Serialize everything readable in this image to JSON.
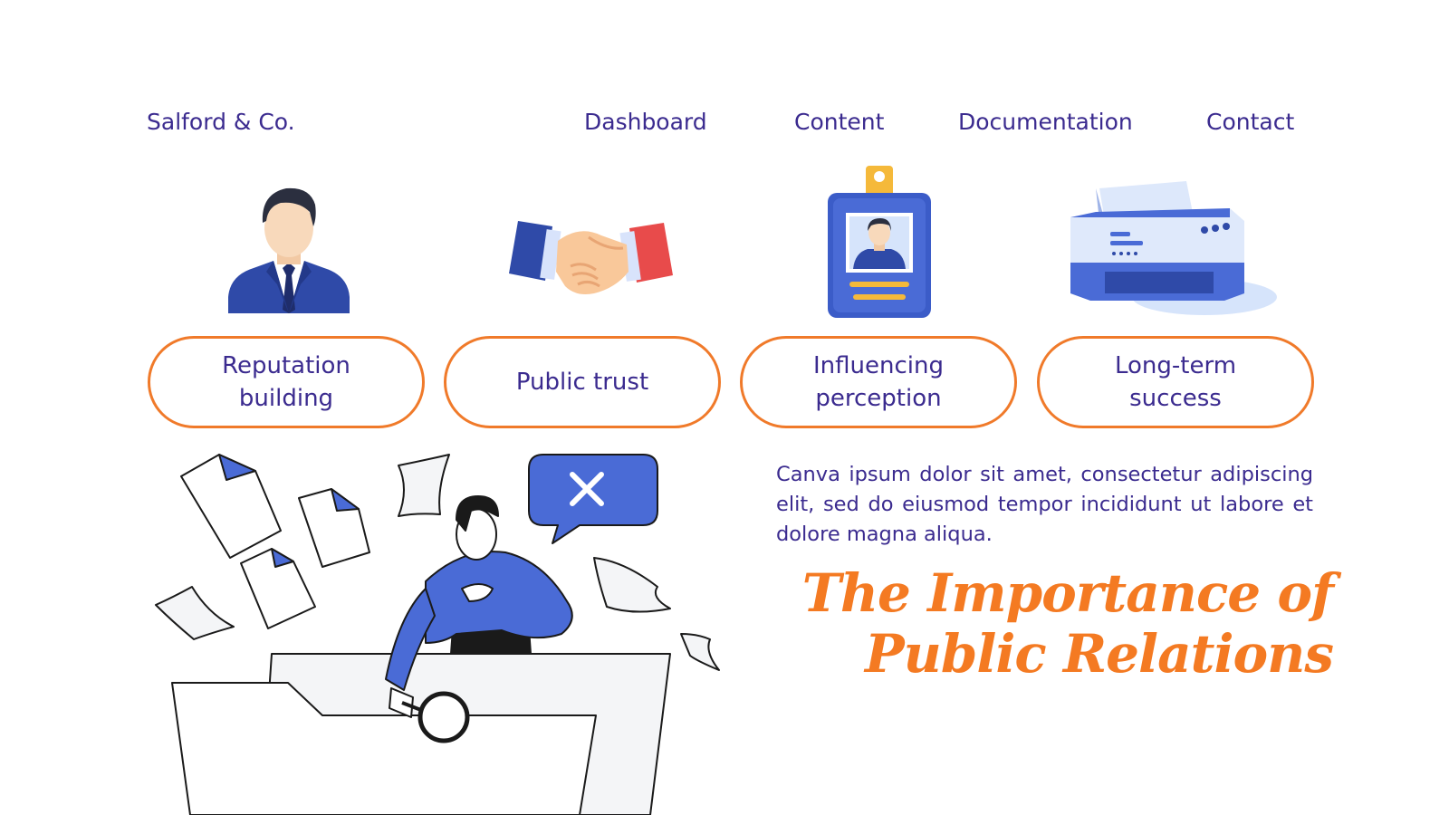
{
  "brand": "Salford & Co.",
  "nav": {
    "dashboard": "Dashboard",
    "content": "Content",
    "documentation": "Documentation",
    "contact": "Contact"
  },
  "cards": [
    {
      "label_line1": "Reputation",
      "label_line2": "building",
      "icon": "businessman-icon"
    },
    {
      "label_line1": "Public trust",
      "label_line2": "",
      "icon": "handshake-icon"
    },
    {
      "label_line1": "Influencing",
      "label_line2": "perception",
      "icon": "id-badge-icon"
    },
    {
      "label_line1": "Long-term",
      "label_line2": "success",
      "icon": "printer-icon"
    }
  ],
  "body_text": "Canva ipsum dolor sit amet, consectetur adipiscing elit, sed do eiusmod tempor incididunt ut labore et dolore magna aliqua.",
  "title": {
    "line1": "The Importance of",
    "line2": "Public Relations"
  },
  "colors": {
    "accent": "#f47a22",
    "text": "#3b2b8f",
    "blue": "#4a6bd6"
  }
}
